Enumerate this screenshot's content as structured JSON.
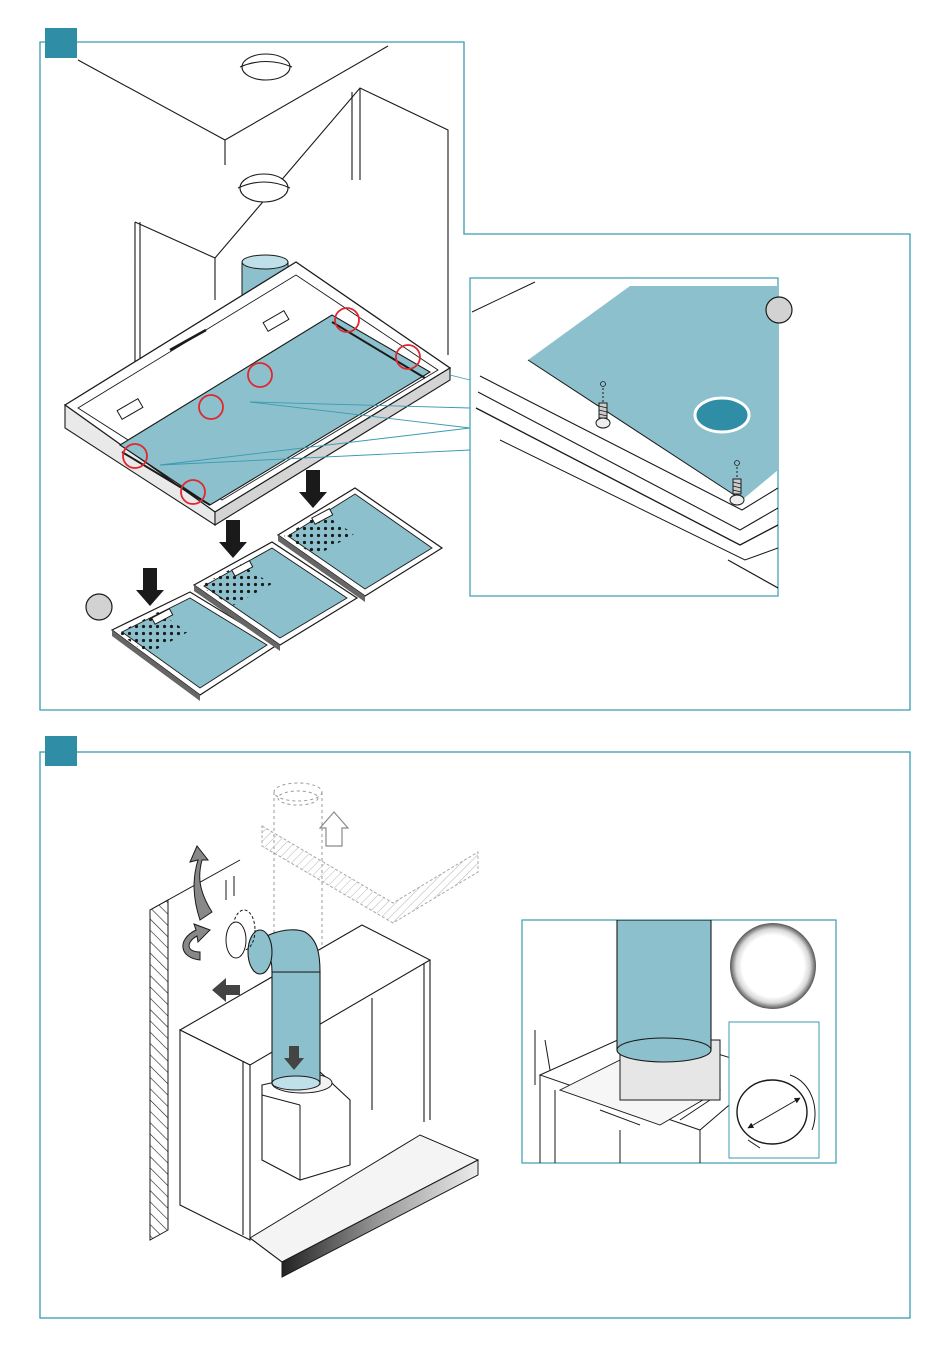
{
  "palette": {
    "frame": "#3a9bb0",
    "marker": "#2f8ea6",
    "part_fill": "#8cc0cc",
    "part_fill_light": "#bfe0e8",
    "highlight_red": "#e0262f",
    "callout_gray": "#d2d2d2",
    "line": "#1a1a1a",
    "ghost_line": "#9a9a9a",
    "board_gray": "#555555"
  },
  "figures": [
    {
      "id": "step-1",
      "label": "",
      "parts": [
        "cabinets",
        "cooker-hood",
        "grease-filters",
        "zoom-inset"
      ],
      "screw_positions_marked": 6,
      "filters": 3
    },
    {
      "id": "step-2",
      "label": "",
      "parts": [
        "exhaust-duct",
        "duct-elbow",
        "wall-outlet",
        "zoom-inset",
        "duct-section-detail"
      ],
      "flow_arrows": 3
    }
  ],
  "callouts": [
    {
      "id": "callout-a",
      "text": ""
    },
    {
      "id": "callout-b",
      "text": ""
    }
  ]
}
